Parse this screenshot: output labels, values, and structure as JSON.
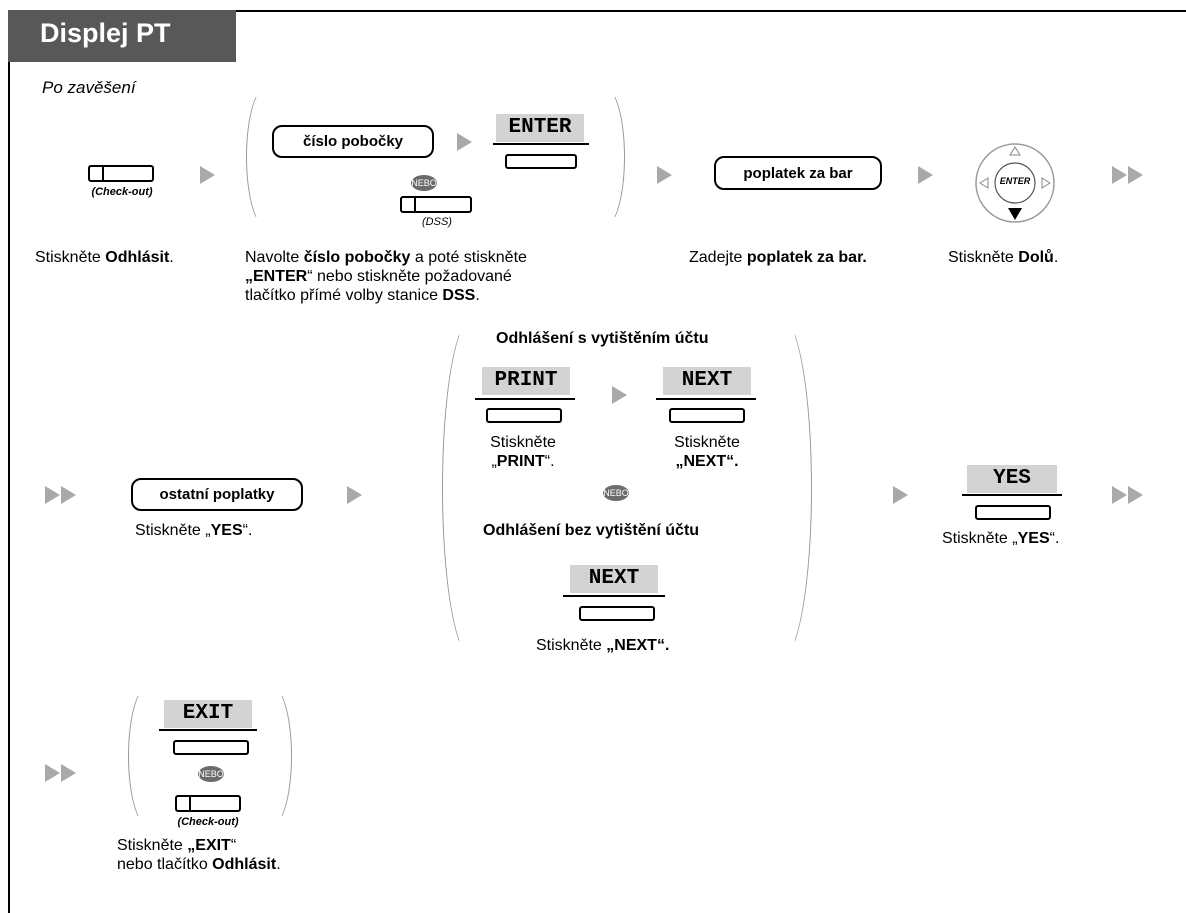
{
  "section_title": "Displej PT",
  "subtitle": "Po zavěšení",
  "labels": {
    "check_out": "(Check-out)",
    "dss": "(DSS)",
    "nebo": "NEBO",
    "enter_nav": "ENTER"
  },
  "buttons": {
    "cislo_pobocky": "číslo pobočky",
    "poplatek_za_bar": "poplatek za bar",
    "ostatni_poplatky": "ostatní poplatky"
  },
  "softkeys": {
    "enter": "ENTER",
    "print": "PRINT",
    "next": "NEXT",
    "yes": "YES",
    "exit": "EXIT"
  },
  "steps": {
    "s1": {
      "pre": "Stiskněte ",
      "bold": "Odhlásit",
      "post": "."
    },
    "s2": {
      "p1": "Navolte ",
      "b1": "číslo pobočky",
      "p2": " a poté stiskněte",
      "b2": "„ENTER",
      "p3": "“ nebo stiskněte požadované",
      "p4": "tlačítko přímé volby stanice ",
      "b3": "DSS",
      "p5": "."
    },
    "s3": {
      "pre": "Zadejte ",
      "bold": "poplatek za bar."
    },
    "s4": {
      "pre": "Stiskněte ",
      "bold": "Dolů",
      "post": "."
    },
    "s5": {
      "pre": "Stiskněte „",
      "bold": "YES",
      "post": "“."
    },
    "print_sub": {
      "line1": "Stiskněte",
      "pre": "„",
      "bold": "PRINT",
      "post": "“."
    },
    "next_sub": {
      "line1": "Stiskněte",
      "bold": "„NEXT“."
    },
    "heading_with": "Odhlášení s vytištěním účtu",
    "heading_without": "Odhlášení bez vytištění účtu",
    "next_only": {
      "pre": "Stiskněte ",
      "bold": "„NEXT“."
    },
    "s6": {
      "pre": "Stiskněte „",
      "bold": "YES",
      "post": "“."
    },
    "s7": {
      "pre": "Stiskněte ",
      "bold": "„EXIT",
      "post": "“",
      "line2pre": "nebo tlačítko ",
      "line2bold": "Odhlásit",
      "line2post": "."
    }
  }
}
